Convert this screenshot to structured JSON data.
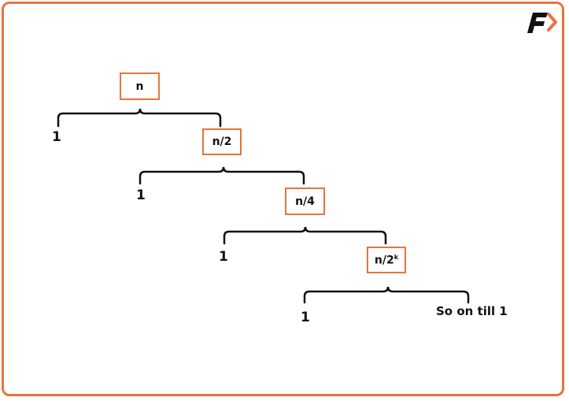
{
  "colors": {
    "accent": "#e8743b",
    "ink": "#111111"
  },
  "logo": {
    "icon": "brand-logo-icon"
  },
  "tree": {
    "level0": {
      "node": "n"
    },
    "level1": {
      "leaf": "1",
      "node": "n/2"
    },
    "level2": {
      "leaf": "1",
      "node": "n/4"
    },
    "level3": {
      "leaf": "1",
      "node_base": "n/2",
      "node_exp": "k"
    },
    "level4": {
      "leaf": "1",
      "tail": "So on till 1"
    }
  }
}
